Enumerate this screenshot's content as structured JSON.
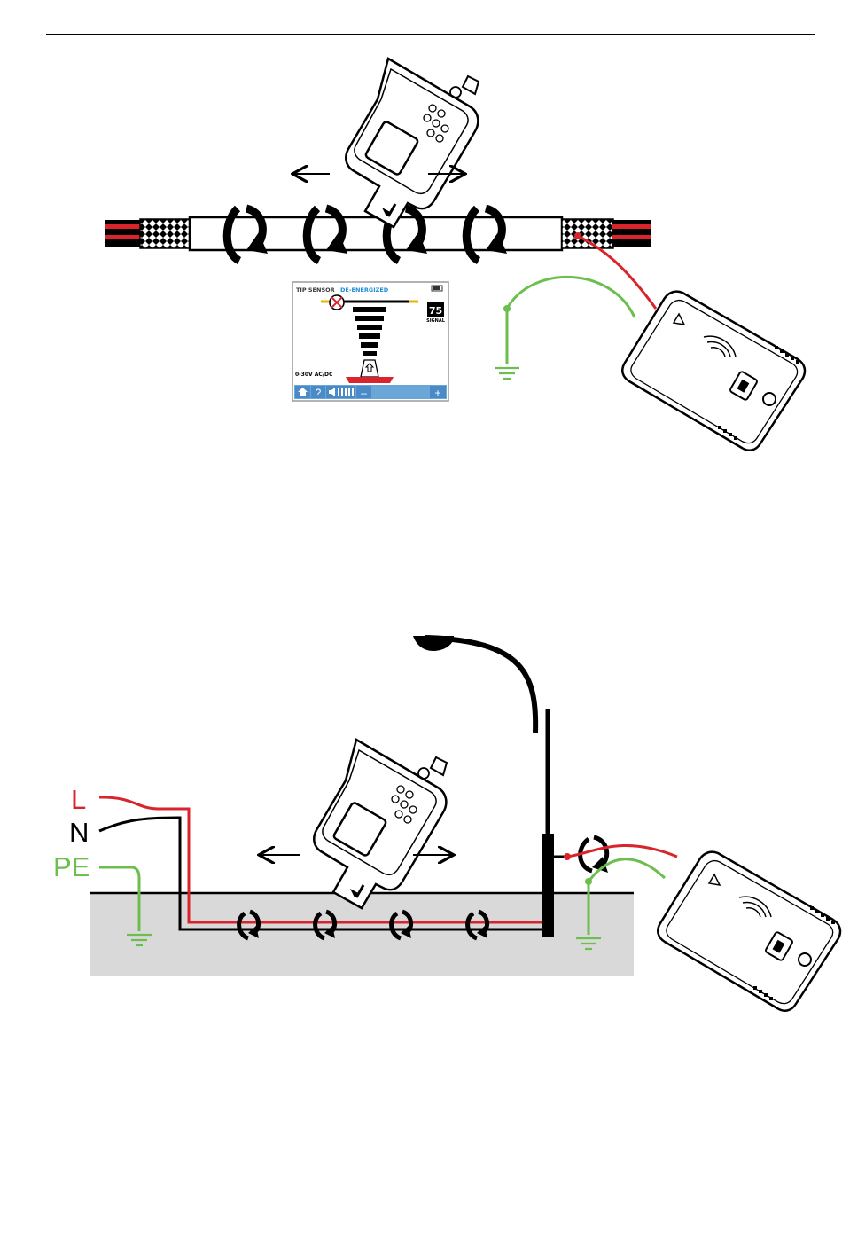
{
  "colors": {
    "live": "#d9242b",
    "neutral": "#000000",
    "earth": "#6cbf4f",
    "ground_fill": "#d9d9d9",
    "screen_accent": "#1f8fd6",
    "screen_bar": "#6aa6d8"
  },
  "receiver_screen": {
    "title": "TIP SENSOR",
    "state": "DE-ENERGIZED",
    "signal_value": "75",
    "signal_label": "SIGNAL",
    "range_text": "0-30V AC/DC",
    "toolbar": {
      "home_icon": "home-icon",
      "help_label": "?",
      "volume_icon": "volume-icon",
      "minus_label": "–",
      "plus_label": "+"
    }
  },
  "wire_labels": {
    "live": "L",
    "neutral": "N",
    "earth": "PE"
  },
  "icons": [
    "receiver-handset",
    "transmitter-unit",
    "ground-symbol",
    "double-arrow",
    "clamp-coil",
    "street-lamp"
  ]
}
